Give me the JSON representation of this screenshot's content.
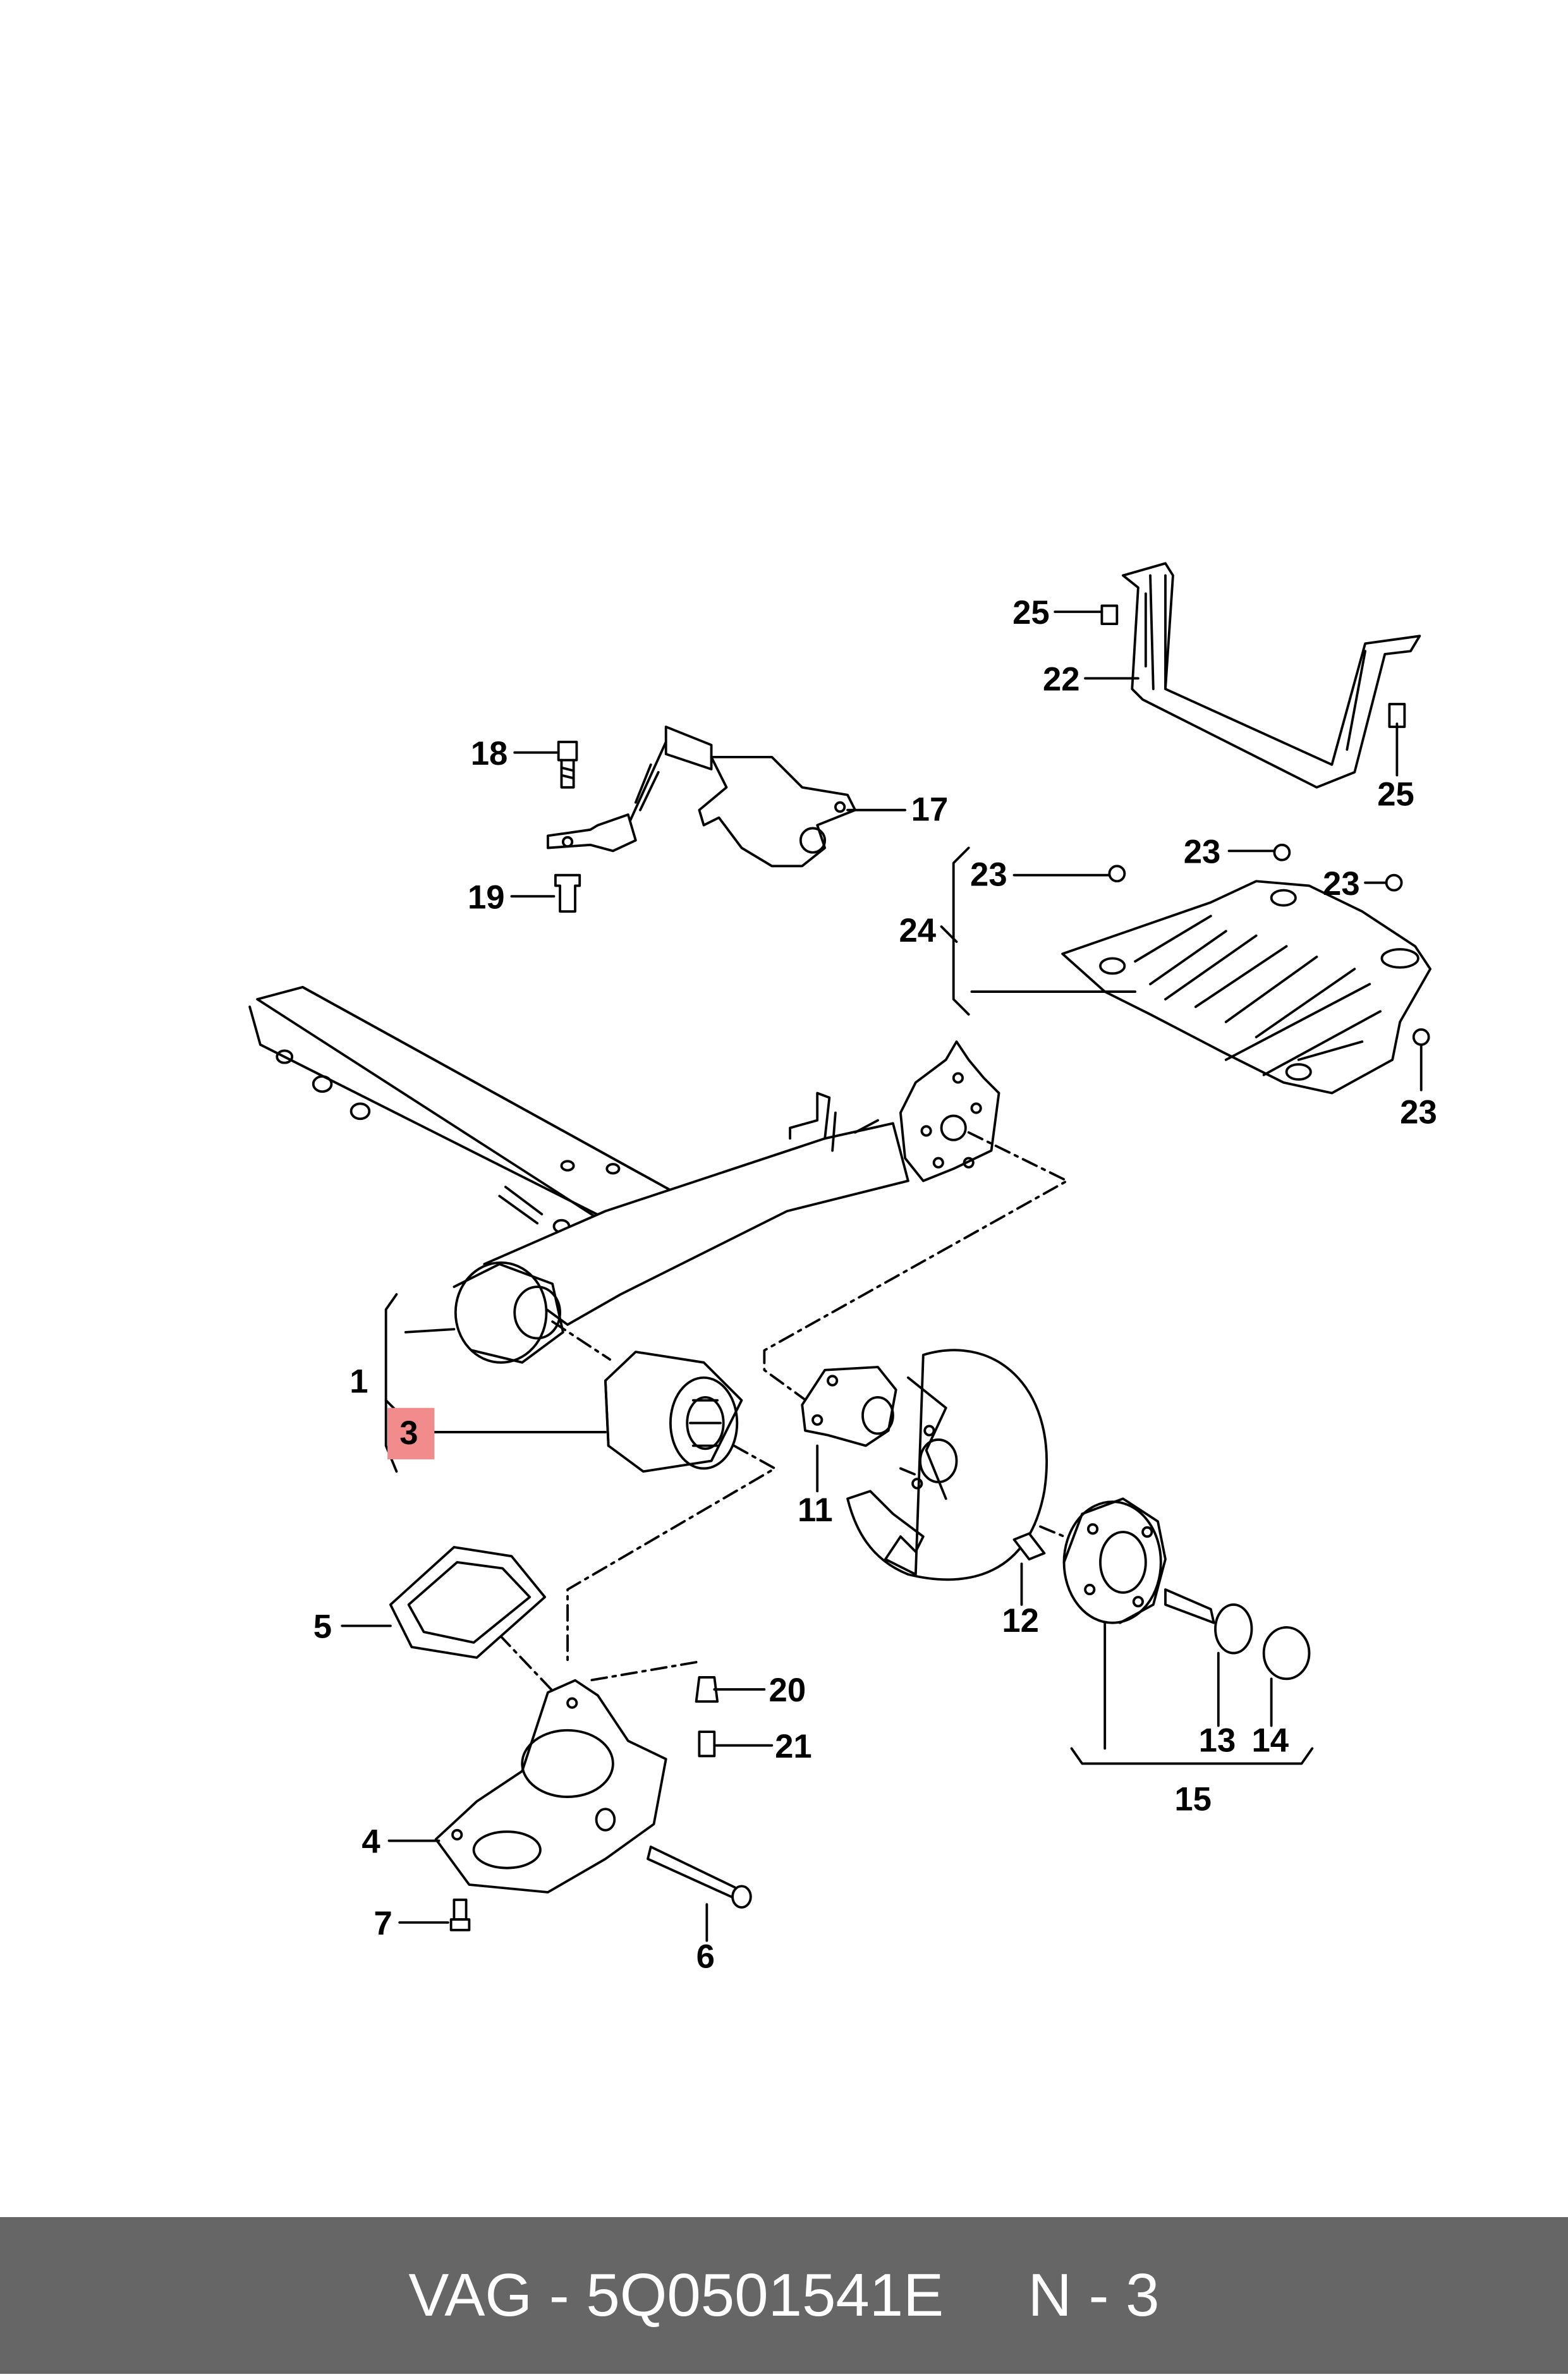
{
  "diagram": {
    "callouts": {
      "c1": "1",
      "c3": "3",
      "c4": "4",
      "c5": "5",
      "c6": "6",
      "c7": "7",
      "c11": "11",
      "c12": "12",
      "c13": "13",
      "c14": "14",
      "c15": "15",
      "c17": "17",
      "c18": "18",
      "c19": "19",
      "c20": "20",
      "c21": "21",
      "c22": "22",
      "c23": "23",
      "c24": "24",
      "c25": "25"
    },
    "highlight_color": "#f28b8b"
  },
  "footer": {
    "text": "VAG - 5Q0501541E     N - 3"
  }
}
